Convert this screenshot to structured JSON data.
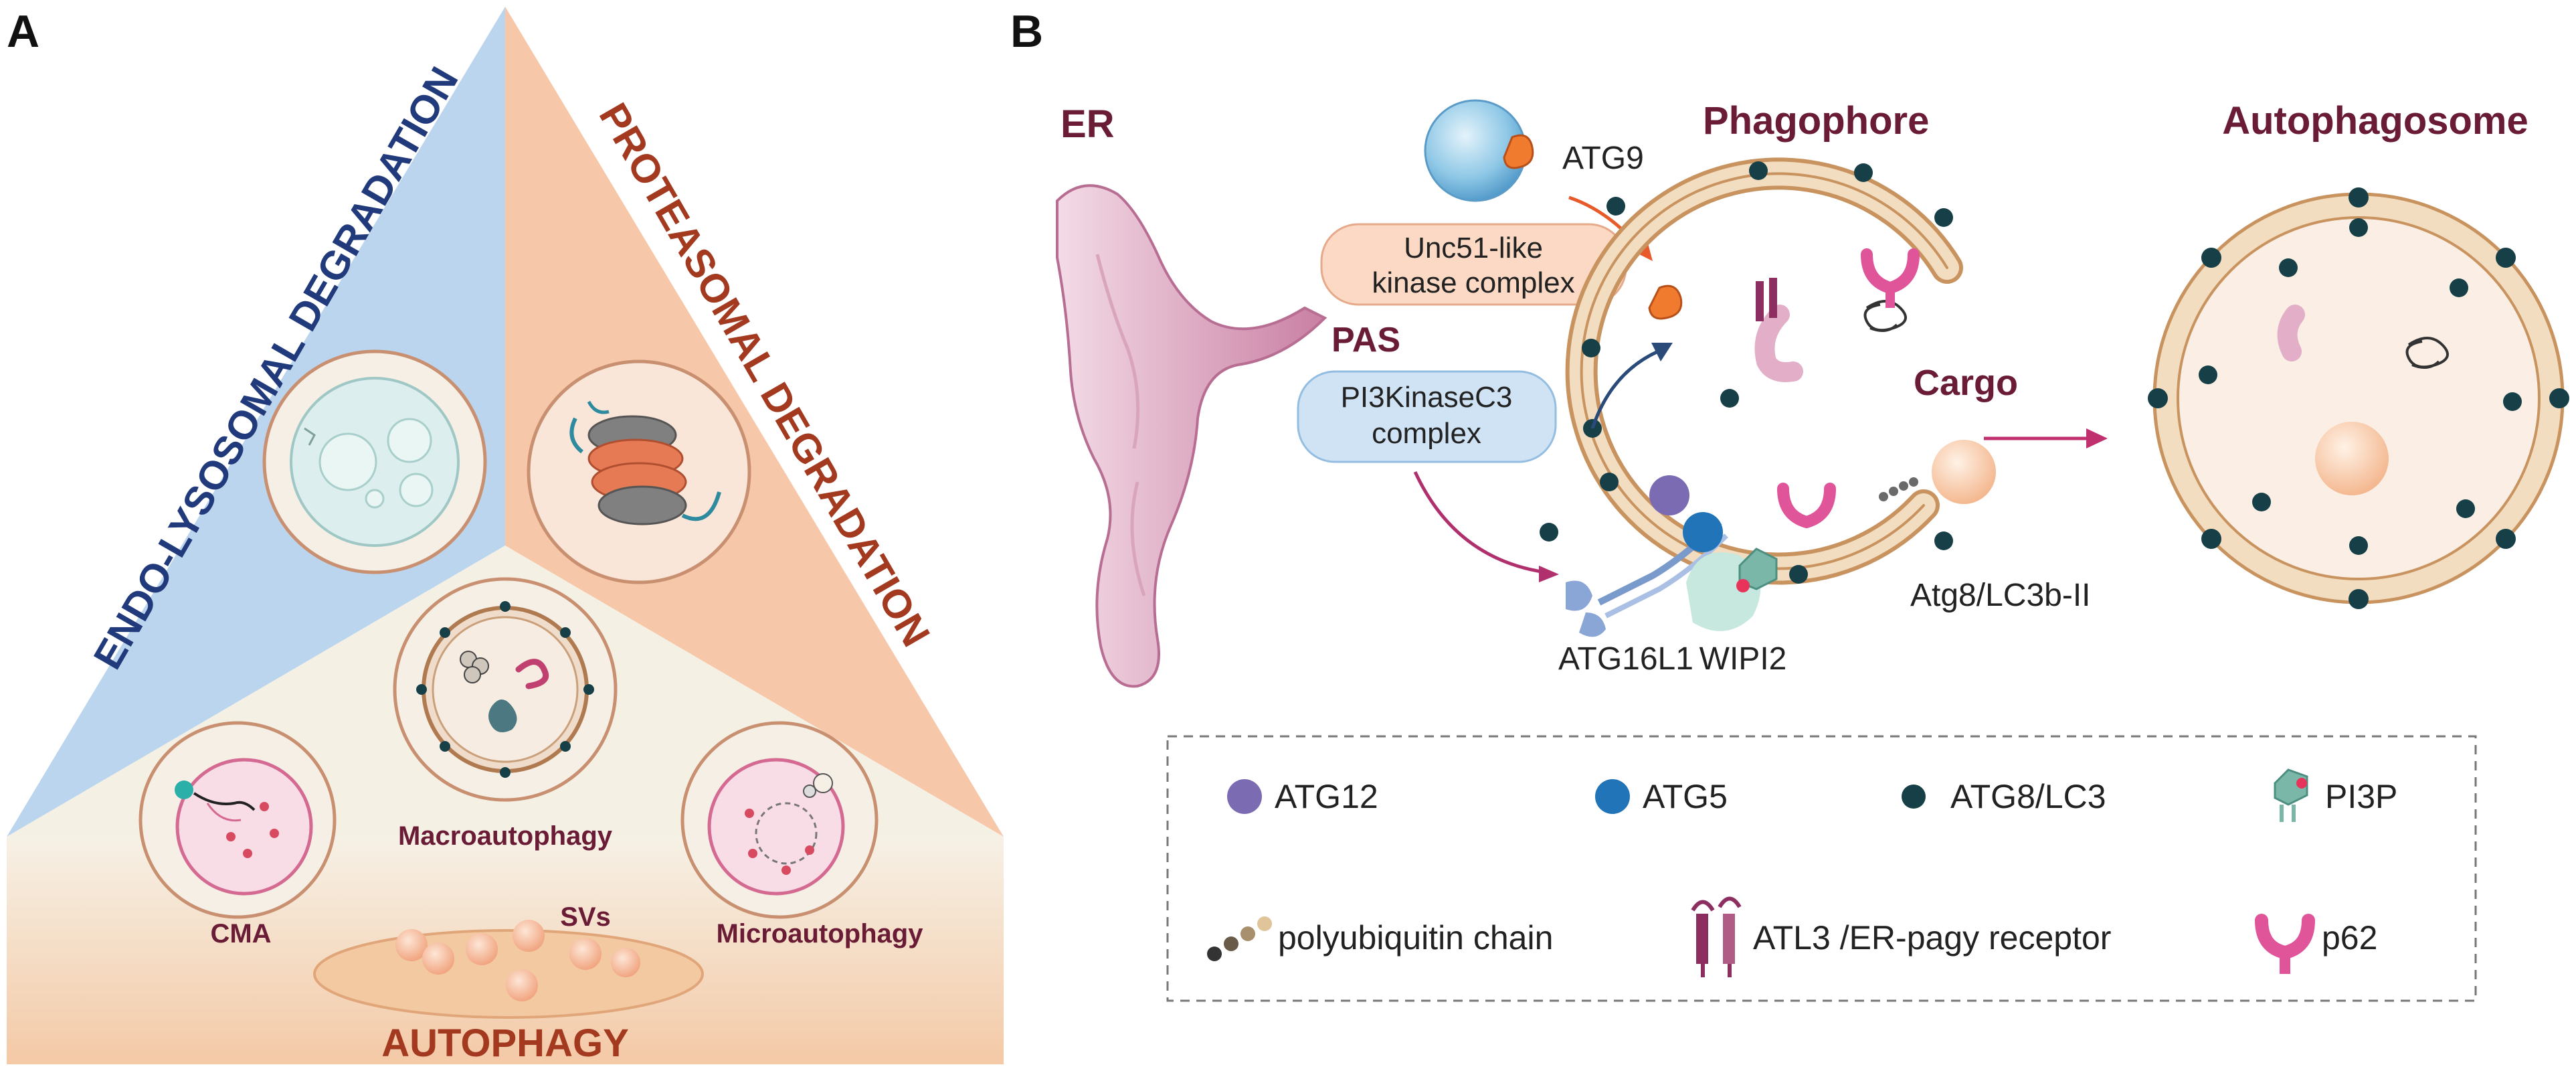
{
  "panel_a": {
    "letter": "A",
    "endo_label": "ENDO-LYSOSOMAL DEGRADATION",
    "proteasomal_label": "PROTEASOMAL DEGRADATION",
    "macro_label": "Macroautophagy",
    "cma_label": "CMA",
    "micro_label": "Microautophagy",
    "svs_label": "SVs",
    "autophagy_label": "AUTOPHAGY"
  },
  "panel_b": {
    "letter": "B",
    "er_label": "ER",
    "pas_label": "PAS",
    "atg9_label": "ATG9",
    "unc51_line1": "Unc51-like",
    "unc51_line2": "kinase complex",
    "pi3k_line1": "PI3KinaseC3",
    "pi3k_line2": "complex",
    "phagophore_label": "Phagophore",
    "autophagosome_label": "Autophagosome",
    "cargo_label": "Cargo",
    "atg8_lc3b_label": "Atg8/LC3b-II",
    "atg16l1_label": "ATG16L1",
    "wipi2_label": "WIPI2"
  },
  "legend": {
    "atg12": "ATG12",
    "atg5": "ATG5",
    "atg8_lc3": "ATG8/LC3",
    "pi3p": "PI3P",
    "polyubiquitin": "polyubiquitin chain",
    "atl3": "ATL3 /ER-pagy receptor",
    "p62": "p62"
  },
  "colors": {
    "endo_blue": "#b9d3ee",
    "proteasomal_peach": "#f6c6a6",
    "autophagy_cream": "#f5f0e4",
    "title_navy": "#213a7c",
    "title_rust": "#a33a20",
    "title_maroon": "#6a1b35",
    "membrane_tan": "#e8c9a0",
    "lc3_dot": "#163f47",
    "atg12_purple": "#7b6bb3",
    "atg5_blue": "#2274b8",
    "p62_pink": "#e0559a",
    "atl3_magenta": "#8c2f60"
  }
}
